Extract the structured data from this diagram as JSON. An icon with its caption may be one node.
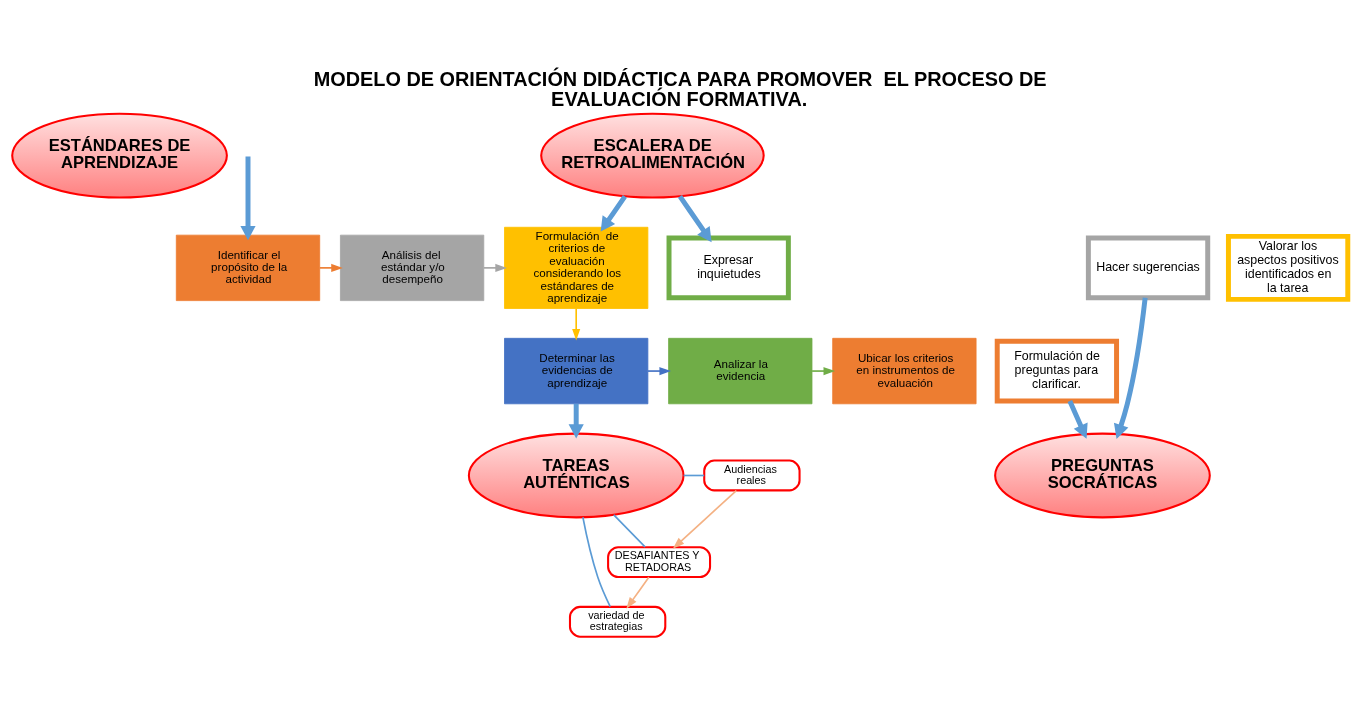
{
  "diagram": {
    "title": "MODELO DE ORIENTACIÓN DIDÁCTICA PARA PROMOVER  EL PROCESO DE EVALUACIÓN FORMATIVA.",
    "nodes": [
      {
        "text": [
          "ESTÁNDARES DE APRENDIZAJE"
        ]
      },
      {
        "text": [
          "Identificar el propósito de la actividad"
        ]
      },
      {
        "text": [
          "Análisis del  estándar y/o desempeño"
        ]
      },
      {
        "text": [
          "Formulación  de criterios de evaluación considerando los estándares de aprendizaje"
        ]
      },
      {
        "text": [
          "Determinar las evidencias de aprendizaje"
        ]
      },
      {
        "text": [
          "Analizar la evidencia"
        ]
      },
      {
        "text": [
          "Ubicar los criterios en instrumentos de evaluación"
        ]
      },
      {
        "text": [
          "TAREAS AUTÉNTICAS"
        ]
      },
      {
        "text": [
          "Audiencias reales"
        ]
      },
      {
        "text": [
          "DESAFIANTES Y RETADORAS"
        ]
      },
      {
        "text": [
          "variedad de estrategias"
        ]
      },
      {
        "text": [
          "ESCALERA DE RETROALIMENTACIÓN"
        ]
      },
      {
        "text": [
          "Formulación de preguntas para clarificar."
        ]
      },
      {
        "text": [
          "Valorar los aspectos positivos identificados en la tarea"
        ]
      },
      {
        "text": [
          "Expresar inquietudes"
        ]
      },
      {
        "text": [
          "Hacer sugerencias"
        ]
      },
      {
        "text": [
          "PREGUNTAS SOCRÁTICAS"
        ]
      }
    ],
    "edges": [
      {
        "from": null,
        "to": 1,
        "arrow": "to",
        "style": "thick"
      },
      {
        "from": 1,
        "to": 2,
        "arrow": "to",
        "color": "#ed7d31"
      },
      {
        "from": 2,
        "to": 3,
        "arrow": "to",
        "color": "#a5a5a5"
      },
      {
        "from": 3,
        "to": 4,
        "arrow": "to",
        "color": "#ffc000"
      },
      {
        "from": 4,
        "to": 5,
        "arrow": "to",
        "color": "#4472c4"
      },
      {
        "from": 5,
        "to": 6,
        "arrow": "to",
        "color": "#70ad47"
      },
      {
        "from": 4,
        "to": 7,
        "arrow": "to",
        "style": "thick"
      },
      {
        "from": 7,
        "to": 8,
        "arrow": "none",
        "color": "#5b9bd5"
      },
      {
        "from": 7,
        "to": 9,
        "arrow": "none",
        "color": "#5b9bd5"
      },
      {
        "from": 7,
        "to": 10,
        "arrow": "none",
        "color": "#5b9bd5"
      },
      {
        "from": 8,
        "to": 9,
        "arrow": "to",
        "color": "#f4b183"
      },
      {
        "from": 9,
        "to": 10,
        "arrow": "to",
        "color": "#f4b183"
      },
      {
        "from": 11,
        "to": 3,
        "arrow": "to",
        "style": "thick"
      },
      {
        "from": 11,
        "to": 14,
        "arrow": "to",
        "style": "thick"
      },
      {
        "from": 12,
        "to": 16,
        "arrow": "to",
        "style": "thick"
      },
      {
        "from": 15,
        "to": 16,
        "arrow": "to",
        "style": "thick"
      }
    ]
  }
}
